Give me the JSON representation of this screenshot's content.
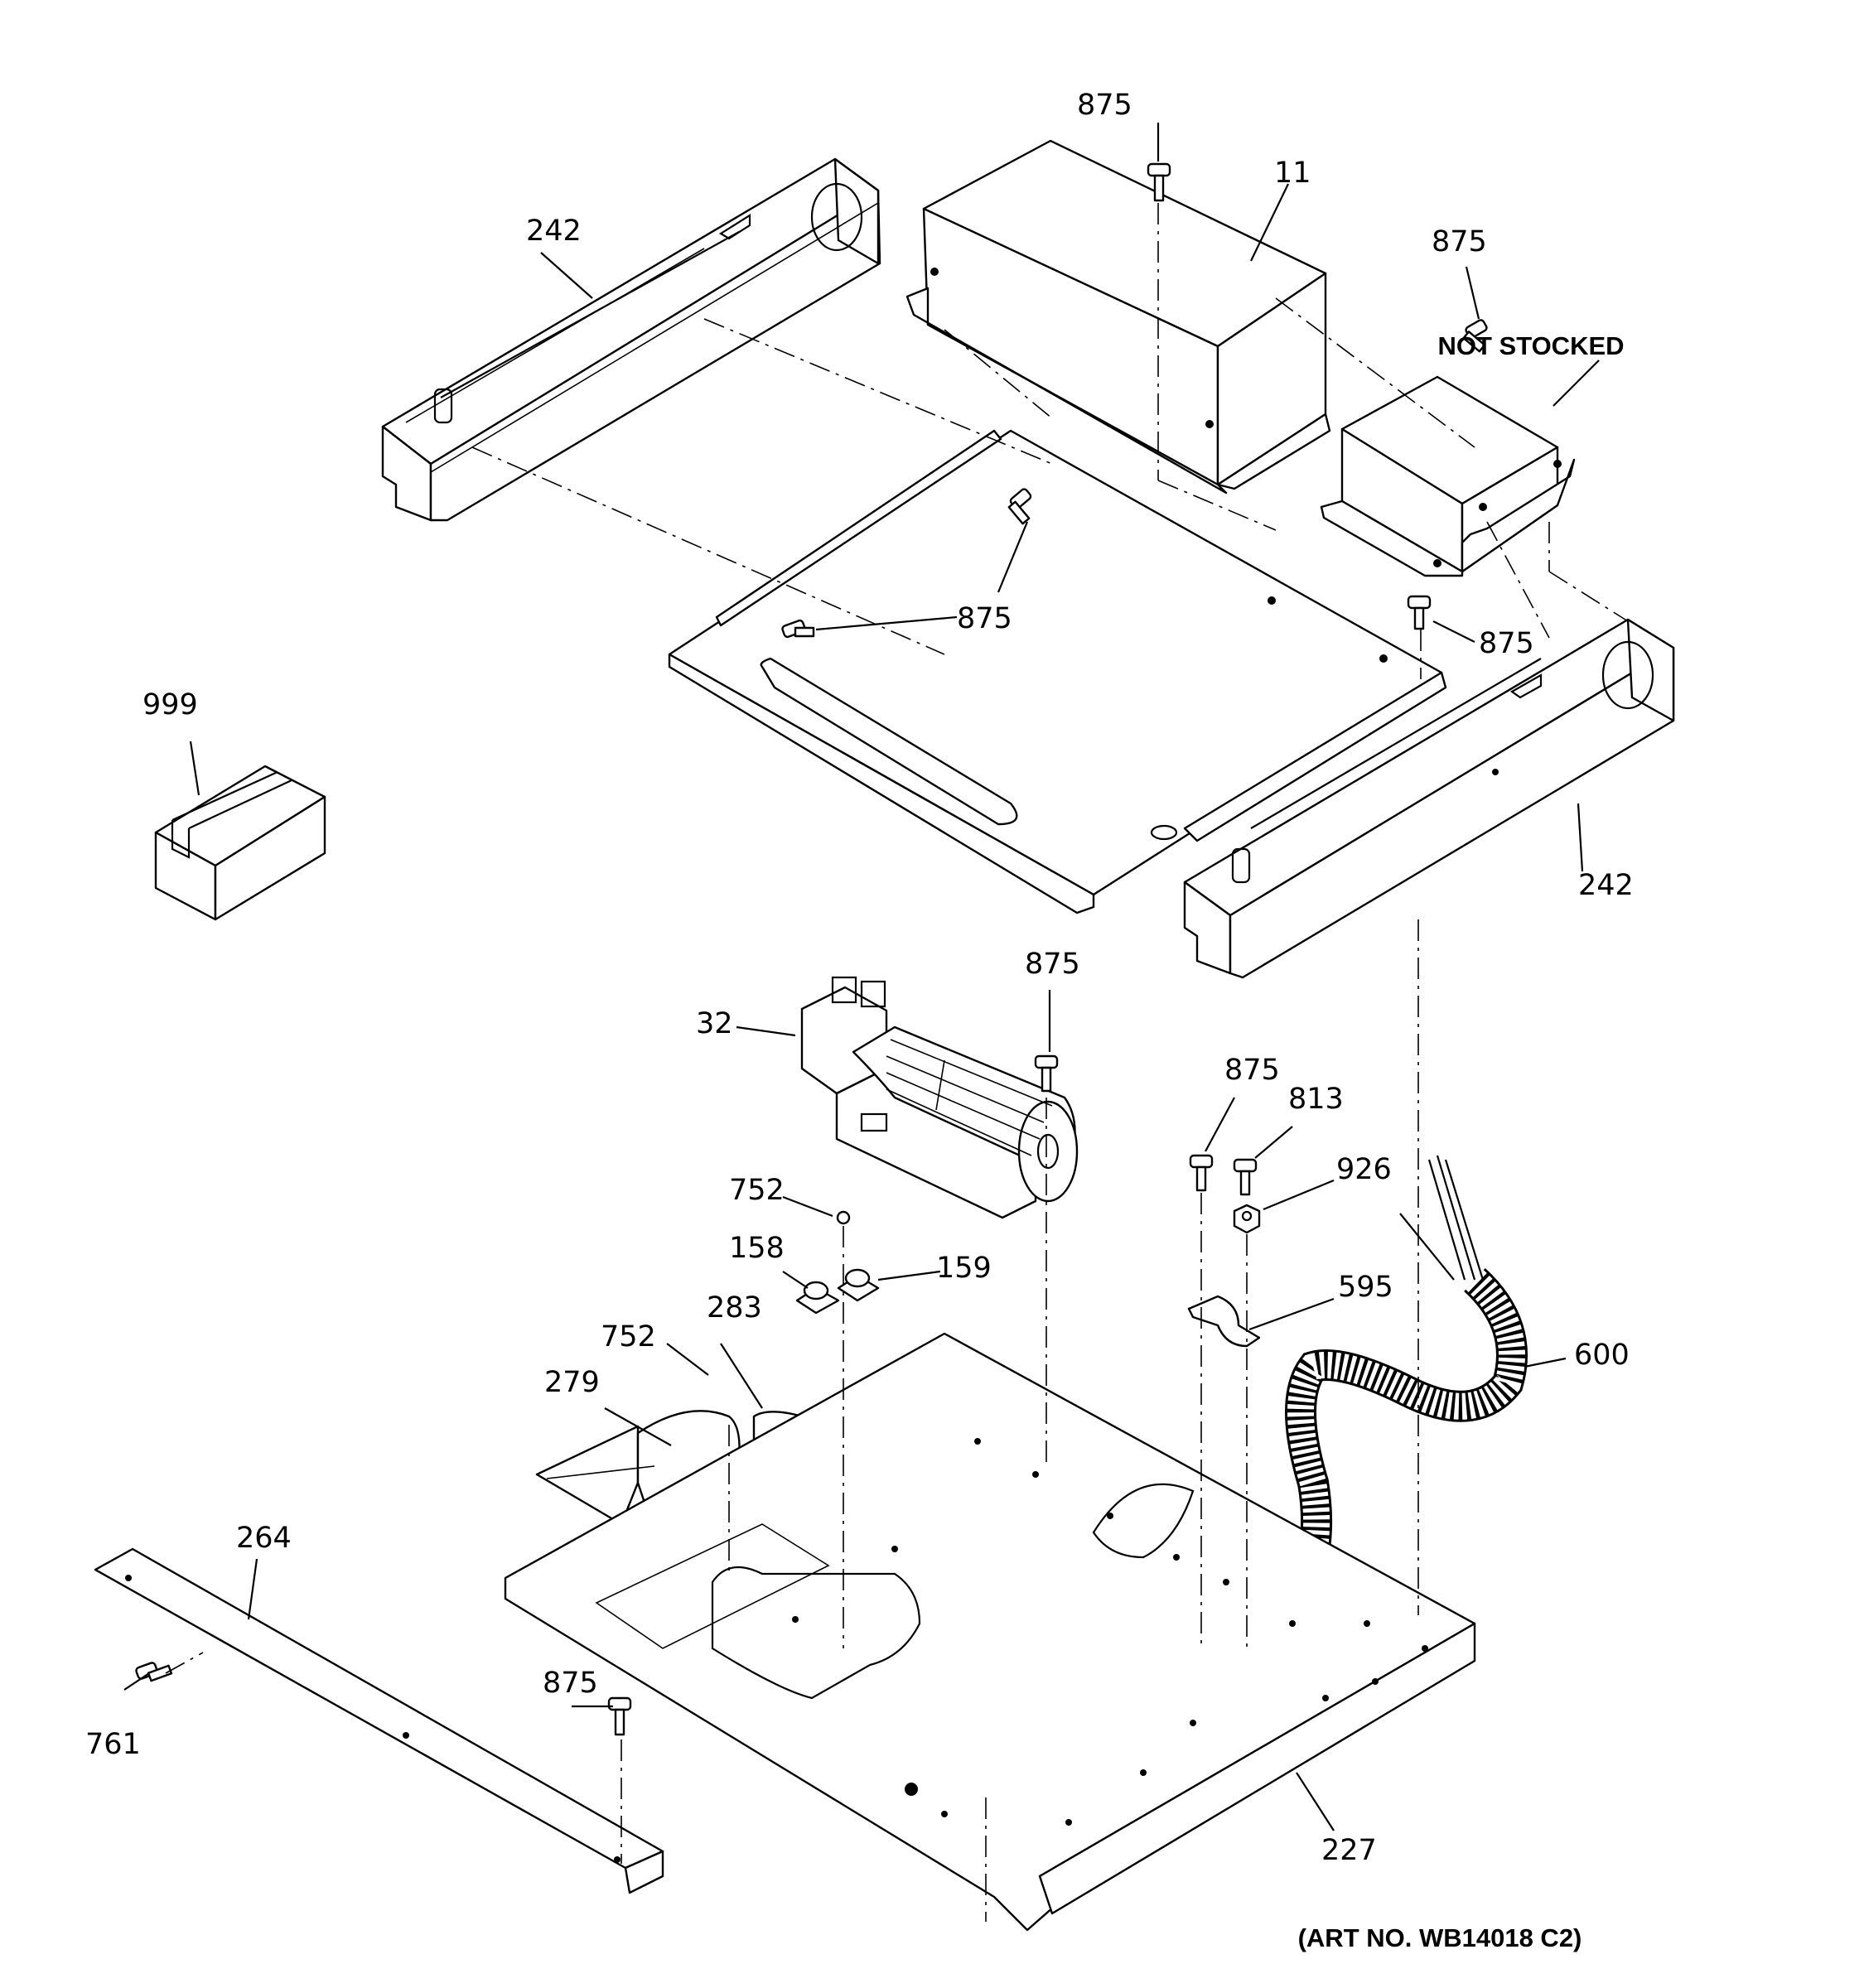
{
  "labels": {
    "p875_top": "875",
    "p11": "11",
    "p242_left": "242",
    "p875_right": "875",
    "not_stocked": "NOT STOCKED",
    "p875_mid": "875",
    "p875_mid_right": "875",
    "p999": "999",
    "p242_right": "242",
    "p875_fan": "875",
    "p32": "32",
    "p875_clamp": "875",
    "p813": "813",
    "p926": "926",
    "p752_upper": "752",
    "p158": "158",
    "p159": "159",
    "p283": "283",
    "p595": "595",
    "p752_lower": "752",
    "p600": "600",
    "p279": "279",
    "p264": "264",
    "p761": "761",
    "p875_bottom": "875",
    "p227": "227",
    "art_no": "(ART NO. WB14018 C2)"
  }
}
